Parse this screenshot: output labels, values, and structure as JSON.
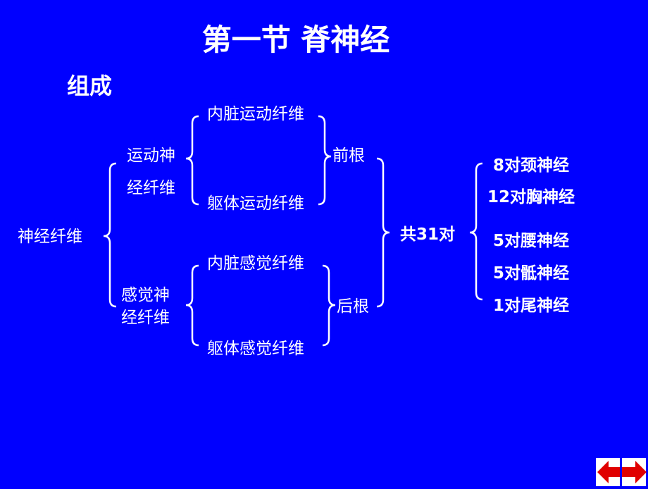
{
  "title": "第一节   脊神经",
  "subtitle": "组成",
  "root": "神经纤维",
  "motor": {
    "line1": "运动神",
    "line2": "经纤维",
    "visceral": "内脏运动纤维",
    "somatic": "躯体运动纤维",
    "root": "前根"
  },
  "sensory": {
    "line1": "感觉神",
    "line2": "经纤维",
    "visceral": "内脏感觉纤维",
    "somatic": "躯体感觉纤维",
    "root": "后根"
  },
  "total": "共31对",
  "pairs": [
    "8对颈神经",
    "12对胸神经",
    "5对腰神经",
    "5对骶神经",
    "1对尾神经"
  ],
  "nav": {
    "prev": "previous-arrow",
    "next": "next-arrow"
  },
  "colors": {
    "background": "#0000FF",
    "arrow": "#E00000"
  }
}
